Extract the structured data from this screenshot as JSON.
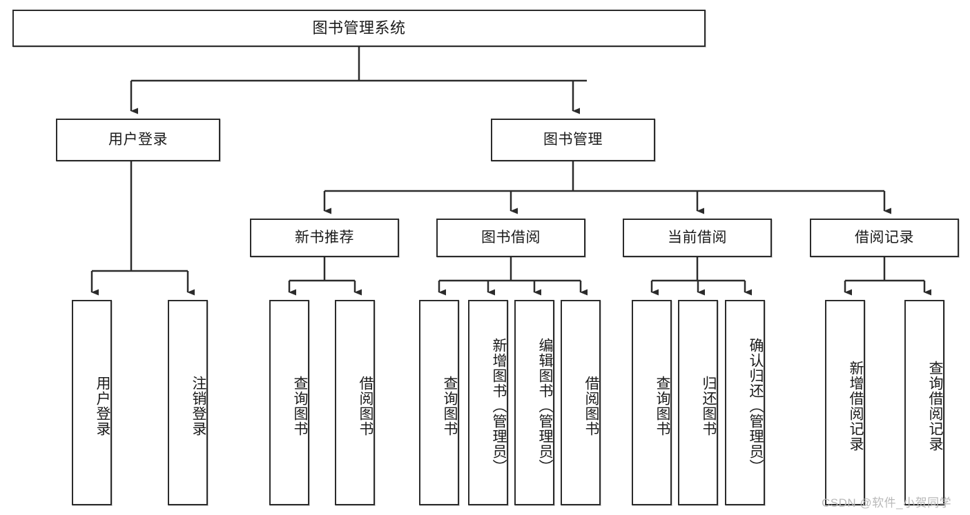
{
  "diagram": {
    "title": "图书管理系统",
    "type": "hierarchy-tree",
    "watermark": "CSDN @软件_小贺同学",
    "colors": {
      "stroke": "#2b2b2b",
      "fill": "#ffffff",
      "text": "#1a1a1a",
      "watermark": "#b9b9b9"
    },
    "levels": {
      "root": {
        "label": "图书管理系统"
      },
      "level2": [
        {
          "id": "user-login",
          "label": "用户登录"
        },
        {
          "id": "book-manage",
          "label": "图书管理"
        }
      ],
      "level3": [
        {
          "id": "new-book-recommend",
          "label": "新书推荐"
        },
        {
          "id": "book-borrow",
          "label": "图书借阅"
        },
        {
          "id": "current-borrow",
          "label": "当前借阅"
        },
        {
          "id": "borrow-record",
          "label": "借阅记录"
        }
      ],
      "leaves": {
        "user_login": [
          {
            "id": "leaf-user-login",
            "label": "用户登录"
          },
          {
            "id": "leaf-logout-login",
            "label": "注销登录"
          }
        ],
        "new_book_recommend": [
          {
            "id": "leaf-query-book-1",
            "label": "查询图书"
          },
          {
            "id": "leaf-borrow-book-1",
            "label": "借阅图书"
          }
        ],
        "book_borrow": [
          {
            "id": "leaf-query-book-2",
            "label": "查询图书"
          },
          {
            "id": "leaf-add-book",
            "label": "新增图书（管理员）"
          },
          {
            "id": "leaf-edit-book",
            "label": "编辑图书（管理员）"
          },
          {
            "id": "leaf-borrow-book-2",
            "label": "借阅图书"
          }
        ],
        "current_borrow": [
          {
            "id": "leaf-query-book-3",
            "label": "查询图书"
          },
          {
            "id": "leaf-return-book",
            "label": "归还图书"
          },
          {
            "id": "leaf-confirm-return",
            "label": "确认归还（管理员）"
          }
        ],
        "borrow_record": [
          {
            "id": "leaf-add-record",
            "label": "新增借阅记录"
          },
          {
            "id": "leaf-query-record",
            "label": "查询借阅记录"
          }
        ]
      }
    },
    "edges": [
      {
        "from": "图书管理系统",
        "to": "用户登录"
      },
      {
        "from": "图书管理系统",
        "to": "图书管理"
      },
      {
        "from": "用户登录",
        "to": "用户登录"
      },
      {
        "from": "用户登录",
        "to": "注销登录"
      },
      {
        "from": "图书管理",
        "to": "新书推荐"
      },
      {
        "from": "图书管理",
        "to": "图书借阅"
      },
      {
        "from": "图书管理",
        "to": "当前借阅"
      },
      {
        "from": "图书管理",
        "to": "借阅记录"
      },
      {
        "from": "新书推荐",
        "to": "查询图书"
      },
      {
        "from": "新书推荐",
        "to": "借阅图书"
      },
      {
        "from": "图书借阅",
        "to": "查询图书"
      },
      {
        "from": "图书借阅",
        "to": "新增图书（管理员）"
      },
      {
        "from": "图书借阅",
        "to": "编辑图书（管理员）"
      },
      {
        "from": "图书借阅",
        "to": "借阅图书"
      },
      {
        "from": "当前借阅",
        "to": "查询图书"
      },
      {
        "from": "当前借阅",
        "to": "归还图书"
      },
      {
        "from": "当前借阅",
        "to": "确认归还（管理员）"
      },
      {
        "from": "借阅记录",
        "to": "新增借阅记录"
      },
      {
        "from": "借阅记录",
        "to": "查询借阅记录"
      }
    ]
  }
}
